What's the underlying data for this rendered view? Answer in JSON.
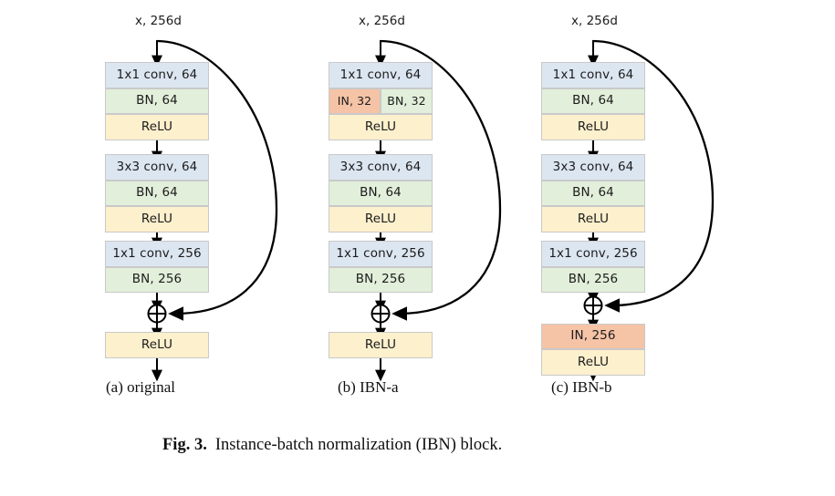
{
  "figure": {
    "caption_bold": "Fig. 3.",
    "caption_text": "Instance-batch normalization (IBN) block.",
    "input_label": "x, 256d",
    "sum_symbol": "⊕"
  },
  "columns": [
    {
      "id": "original",
      "sublabel": "(a) original",
      "input_label": "x, 256d",
      "blocks": [
        {
          "name": "conv1",
          "type": "conv",
          "label": "1x1 conv, 64"
        },
        {
          "name": "bn1",
          "type": "bn",
          "label": "BN, 64"
        },
        {
          "name": "relu1",
          "type": "relu",
          "label": "ReLU"
        },
        {
          "name": "conv2",
          "type": "conv",
          "label": "3x3 conv, 64"
        },
        {
          "name": "bn2",
          "type": "bn",
          "label": "BN, 64"
        },
        {
          "name": "relu2",
          "type": "relu",
          "label": "ReLU"
        },
        {
          "name": "conv3",
          "type": "conv",
          "label": "1x1 conv, 256"
        },
        {
          "name": "bn3",
          "type": "bn",
          "label": "BN, 256"
        },
        {
          "name": "relu3",
          "type": "relu",
          "label": "ReLU"
        }
      ]
    },
    {
      "id": "ibn-a",
      "sublabel": "(b) IBN-a",
      "input_label": "x, 256d",
      "blocks": [
        {
          "name": "conv1",
          "type": "conv",
          "label": "1x1 conv, 64"
        },
        {
          "name": "in1",
          "type": "inorm",
          "label": "IN, 32"
        },
        {
          "name": "bn1",
          "type": "bn",
          "label": "BN, 32"
        },
        {
          "name": "relu1",
          "type": "relu",
          "label": "ReLU"
        },
        {
          "name": "conv2",
          "type": "conv",
          "label": "3x3 conv, 64"
        },
        {
          "name": "bn2",
          "type": "bn",
          "label": "BN, 64"
        },
        {
          "name": "relu2",
          "type": "relu",
          "label": "ReLU"
        },
        {
          "name": "conv3",
          "type": "conv",
          "label": "1x1 conv, 256"
        },
        {
          "name": "bn3",
          "type": "bn",
          "label": "BN, 256"
        },
        {
          "name": "relu3",
          "type": "relu",
          "label": "ReLU"
        }
      ]
    },
    {
      "id": "ibn-b",
      "sublabel": "(c) IBN-b",
      "input_label": "x, 256d",
      "blocks": [
        {
          "name": "conv1",
          "type": "conv",
          "label": "1x1 conv, 64"
        },
        {
          "name": "bn1",
          "type": "bn",
          "label": "BN, 64"
        },
        {
          "name": "relu1",
          "type": "relu",
          "label": "ReLU"
        },
        {
          "name": "conv2",
          "type": "conv",
          "label": "3x3 conv, 64"
        },
        {
          "name": "bn2",
          "type": "bn",
          "label": "BN, 64"
        },
        {
          "name": "relu2",
          "type": "relu",
          "label": "ReLU"
        },
        {
          "name": "conv3",
          "type": "conv",
          "label": "1x1 conv, 256"
        },
        {
          "name": "bn3",
          "type": "bn",
          "label": "BN, 256"
        },
        {
          "name": "in_out",
          "type": "inorm",
          "label": "IN, 256"
        },
        {
          "name": "relu3",
          "type": "relu",
          "label": "ReLU"
        }
      ]
    }
  ],
  "colors": {
    "conv": "#dce6f1",
    "bn": "#e2efda",
    "relu": "#fdf0cd",
    "instance_norm": "#f5c3a6",
    "wire": "#000000",
    "block_border": "#c9c9c9"
  }
}
